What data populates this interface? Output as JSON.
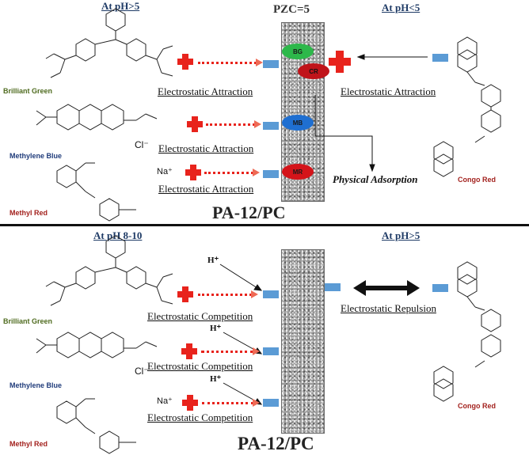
{
  "top": {
    "header_left": "At pH>5",
    "header_mid": "PZC=5",
    "header_right": "At pH<5",
    "membrane_label": "PA-12/PC",
    "ovals": {
      "bg": "BG",
      "cr": "CR",
      "mb": "MB",
      "mr": "MR"
    },
    "interactions": {
      "bg": "Electrostatic Attraction",
      "mb": "Electrostatic Attraction",
      "mr": "Electrostatic Attraction",
      "cr": "Electrostatic Attraction",
      "physical": "Physical Adsorption"
    },
    "dyes": {
      "brilliant_green": "Brilliant Green",
      "methylene_blue": "Methylene Blue",
      "methyl_red": "Methyl Red",
      "congo_red": "Congo Red"
    },
    "ions": {
      "cl": "Cl⁻",
      "na": "Na⁺"
    }
  },
  "bottom": {
    "header_left": "At pH 8-10",
    "header_right": "At pH>5",
    "membrane_label": "PA-12/PC",
    "proton": "H⁺",
    "interactions": {
      "bg": "Electrostatic Competition",
      "mb": "Electrostatic Competition",
      "mr": "Electrostatic Competition",
      "cr": "Electrostatic Repulsion"
    },
    "dyes": {
      "brilliant_green": "Brilliant Green",
      "methylene_blue": "Methylene Blue",
      "methyl_red": "Methyl Red",
      "congo_red": "Congo Red"
    },
    "ions": {
      "cl": "Cl⁻",
      "na": "Na⁺"
    }
  },
  "colors": {
    "header": "#1f3b66",
    "plus": "#e8231c",
    "blue_site": "#5b9bd5",
    "oval_bg": "#2db84a",
    "oval_cr": "#c0141a",
    "oval_mb": "#1f6fd1",
    "oval_mr": "#d4141a",
    "brilliant_green": "#4f6b1f",
    "methylene_blue": "#1f3b7a",
    "methyl_red": "#a3221e",
    "congo_red": "#a3221e"
  }
}
